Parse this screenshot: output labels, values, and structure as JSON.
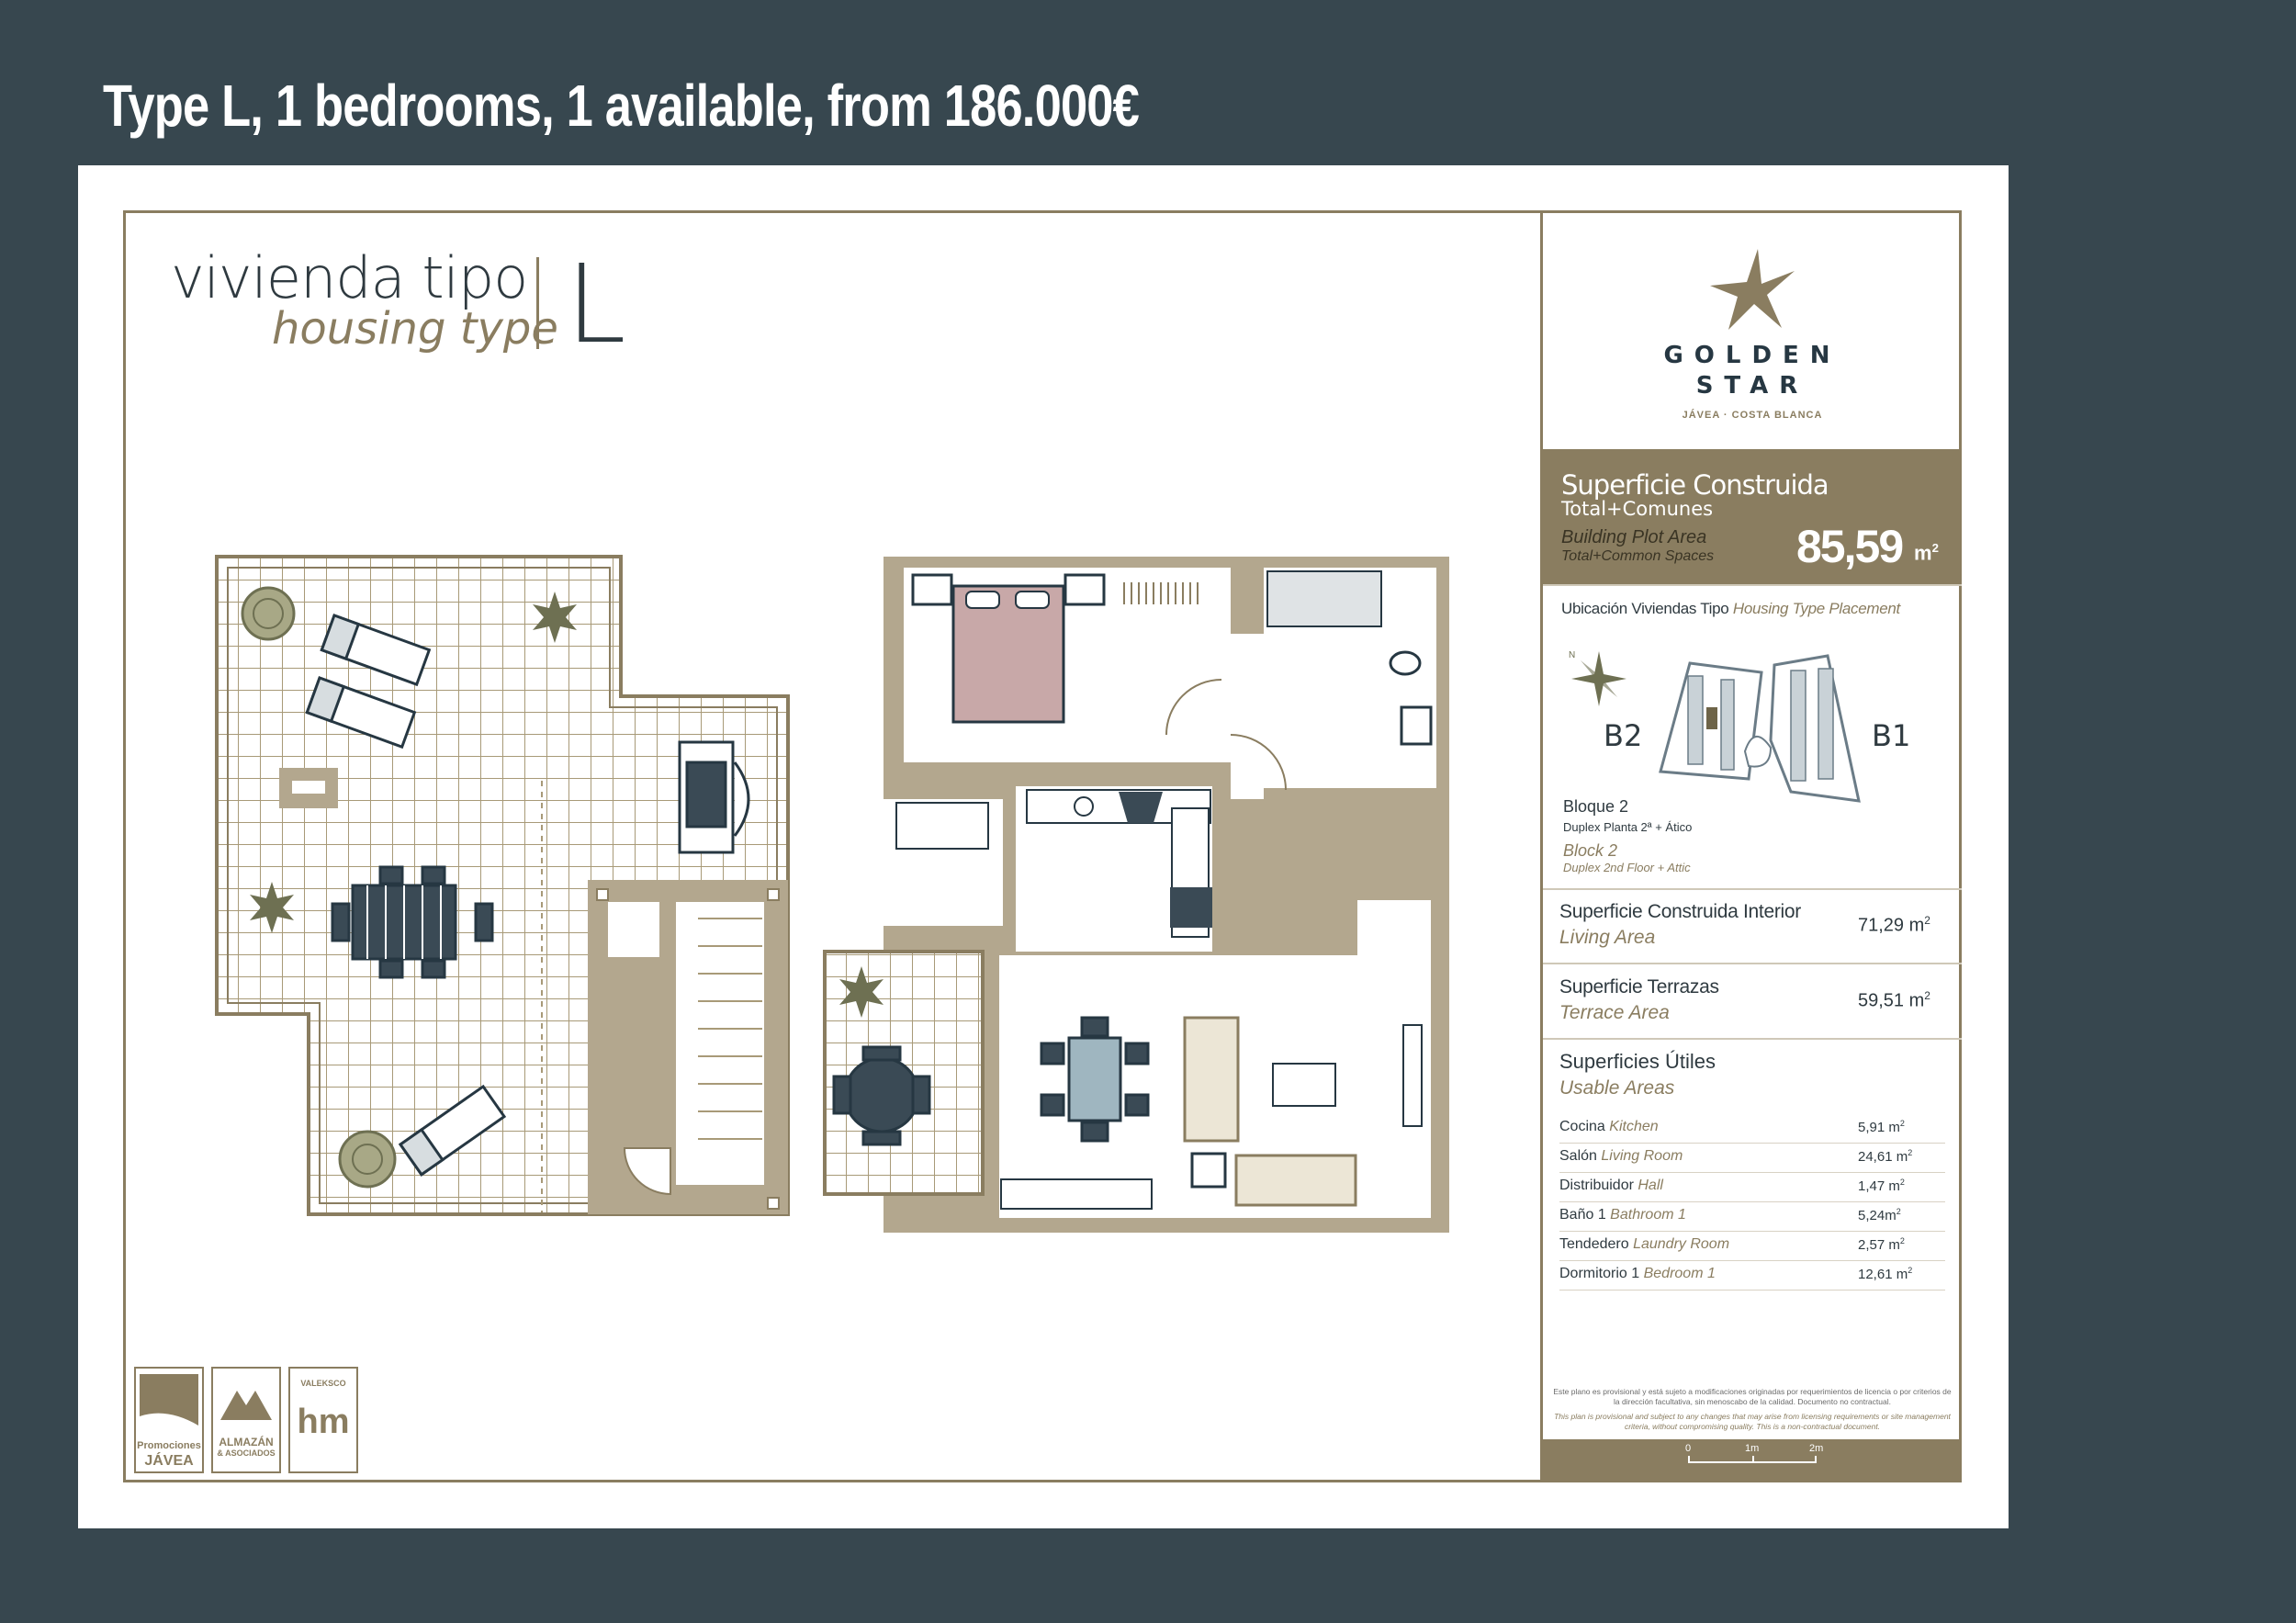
{
  "headline": "Type L, 1  bedrooms, 1 available, from 186.000€",
  "title": {
    "es": "vivienda tipo",
    "en": "housing type",
    "letter": "L"
  },
  "logos": {
    "promo_1": "Promociones",
    "promo_2": "JÁVEA",
    "almazan_1": "ALMAZÁN",
    "almazan_2": "& ASOCIADOS",
    "hm_top": "VALEKSCO",
    "hm": "hm"
  },
  "brand": {
    "line1": "GOLDEN",
    "line2": "STAR",
    "sub": "JÁVEA · COSTA BLANCA"
  },
  "summary": {
    "es": "Superficie Construida",
    "es_sub": "Total+Comunes",
    "en": "Building Plot Area",
    "en_sub": "Total+Common Spaces",
    "value": "85,59",
    "unit": "m"
  },
  "placement": {
    "title_es": "Ubicación Viviendas Tipo",
    "title_en": "Housing Type Placement",
    "b2": "B2",
    "b1": "B1",
    "compass": "N",
    "bloque_es": "Bloque 2",
    "bloque_es_sub": "Duplex Planta 2ª + Ático",
    "bloque_en": "Block 2",
    "bloque_en_sub": "Duplex 2nd Floor + Attic"
  },
  "areas": [
    {
      "es": "Superficie Construida Interior",
      "en": "Living Area",
      "value": "71,29 m"
    },
    {
      "es": "Superficie Terrazas",
      "en": "Terrace Area",
      "value": "59,51 m"
    }
  ],
  "usable": {
    "es": "Superficies Útiles",
    "en": "Usable Areas",
    "rows": [
      {
        "es": "Cocina",
        "en": "Kitchen",
        "value": "5,91 m"
      },
      {
        "es": "Salón",
        "en": "Living Room",
        "value": "24,61 m"
      },
      {
        "es": "Distribuidor",
        "en": "Hall",
        "value": "1,47 m"
      },
      {
        "es": "Baño 1",
        "en": "Bathroom 1",
        "value": "5,24m"
      },
      {
        "es": "Tendedero",
        "en": "Laundry Room",
        "value": "2,57 m"
      },
      {
        "es": "Dormitorio 1",
        "en": "Bedroom 1",
        "value": "12,61 m"
      }
    ]
  },
  "disclaimer": {
    "es": "Este plano es provisional y está sujeto a modificaciones originadas por requerimientos de licencia o por criterios de la dirección facultativa, sin menoscabo de la calidad. Documento no contractual.",
    "en": "This plan is provisional and subject to any changes that may arise from licensing requirements or site management criteria, without compromising quality. This is a non-contractual document."
  },
  "scale": {
    "s0": "0",
    "s1": "1m",
    "s2": "2m"
  },
  "colors": {
    "background": "#37474f",
    "gold": "#8a7d60",
    "navy": "#263742",
    "bed": "#c8a8a8"
  }
}
